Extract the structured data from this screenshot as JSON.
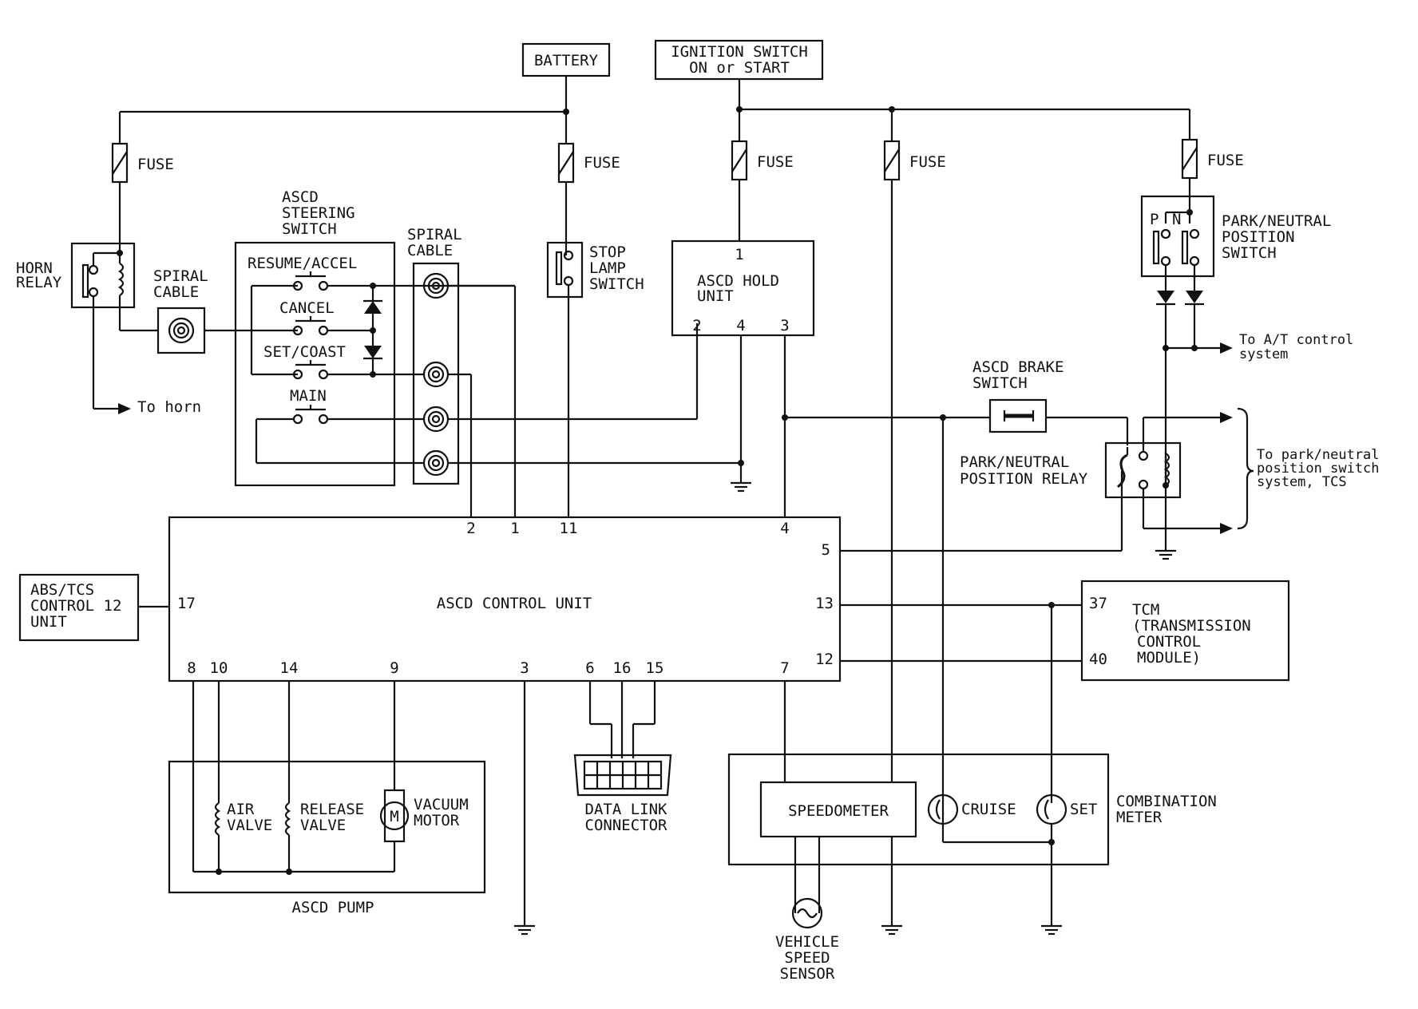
{
  "labels": {
    "battery": "BATTERY",
    "ignition_line1": "IGNITION SWITCH",
    "ignition_line2": "ON or START",
    "fuse": "FUSE",
    "horn_relay_1": "HORN",
    "horn_relay_2": "RELAY",
    "spiral_cable_1": "SPIRAL",
    "spiral_cable_2": "CABLE",
    "steering_switch_1": "ASCD",
    "steering_switch_2": "STEERING",
    "steering_switch_3": "SWITCH",
    "resume_accel": "RESUME/ACCEL",
    "cancel": "CANCEL",
    "set_coast": "SET/COAST",
    "main": "MAIN",
    "to_horn": "To horn",
    "stop_lamp_1": "STOP",
    "stop_lamp_2": "LAMP",
    "stop_lamp_3": "SWITCH",
    "hold_unit_1": "ASCD HOLD",
    "hold_unit_2": "UNIT",
    "pn_switch_1": "PARK/NEUTRAL",
    "pn_switch_2": "POSITION",
    "pn_switch_3": "SWITCH",
    "p": "P",
    "n": "N",
    "to_at_1": "To A/T control",
    "to_at_2": "system",
    "brake_switch_1": "ASCD BRAKE",
    "brake_switch_2": "SWITCH",
    "pn_relay_1": "PARK/NEUTRAL",
    "pn_relay_2": "POSITION RELAY",
    "to_pn_1": "To park/neutral",
    "to_pn_2": "position switch",
    "to_pn_3": "system, TCS",
    "control_unit": "ASCD CONTROL UNIT",
    "abs_1": "ABS/TCS",
    "abs_2": "CONTROL 12",
    "abs_3": "UNIT",
    "tcm_1": "TCM",
    "tcm_2": "(TRANSMISSION",
    "tcm_3": "CONTROL",
    "tcm_4": "MODULE)",
    "air_valve_1": "AIR",
    "air_valve_2": "VALVE",
    "release_valve_1": "RELEASE",
    "release_valve_2": "VALVE",
    "vacuum_motor_1": "VACUUM",
    "vacuum_motor_2": "MOTOR",
    "motor_m": "M",
    "pump": "ASCD PUMP",
    "dlc_1": "DATA LINK",
    "dlc_2": "CONNECTOR",
    "speedometer": "SPEEDOMETER",
    "cruise": "CRUISE",
    "set": "SET",
    "comb_meter_1": "COMBINATION",
    "comb_meter_2": "METER",
    "vss_1": "VEHICLE",
    "vss_2": "SPEED",
    "vss_3": "SENSOR"
  },
  "pins": {
    "hold_1": "1",
    "hold_2": "2",
    "hold_4": "4",
    "hold_3": "3",
    "cu_2": "2",
    "cu_1": "1",
    "cu_11": "11",
    "cu_4": "4",
    "cu_5": "5",
    "cu_17": "17",
    "cu_13": "13",
    "cu_12": "12",
    "cu_8": "8",
    "cu_10": "10",
    "cu_14": "14",
    "cu_9": "9",
    "cu_3": "3",
    "cu_6": "6",
    "cu_16": "16",
    "cu_15": "15",
    "cu_7": "7",
    "tcm_37": "37",
    "tcm_40": "40"
  }
}
